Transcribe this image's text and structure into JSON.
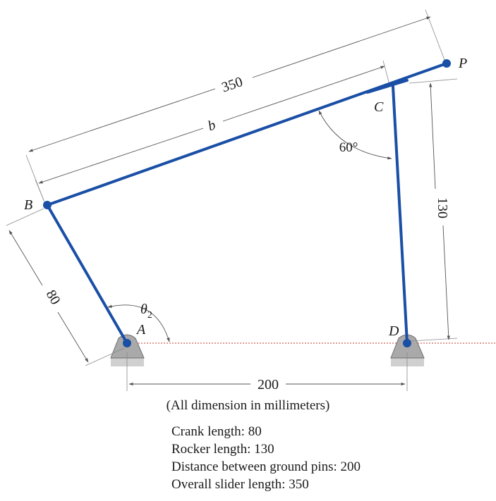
{
  "diagram": {
    "points": {
      "A": "A",
      "B": "B",
      "C": "C",
      "D": "D",
      "P": "P"
    },
    "dimensions": {
      "overall": "350",
      "b": "b",
      "crank": "80",
      "rocker": "130",
      "ground": "200",
      "angle_c": "60°",
      "theta_base": "θ",
      "theta_sub": "2"
    },
    "colors": {
      "link": "#1a4fa6",
      "ground_block": "#a9a9a9",
      "ground_line": "#c0392b",
      "dimension": "#555555"
    }
  },
  "caption": "(All dimension in millimeters)",
  "specs": [
    "Crank length: 80",
    "Rocker length: 130",
    "Distance between ground pins: 200",
    "Overall slider length: 350"
  ]
}
